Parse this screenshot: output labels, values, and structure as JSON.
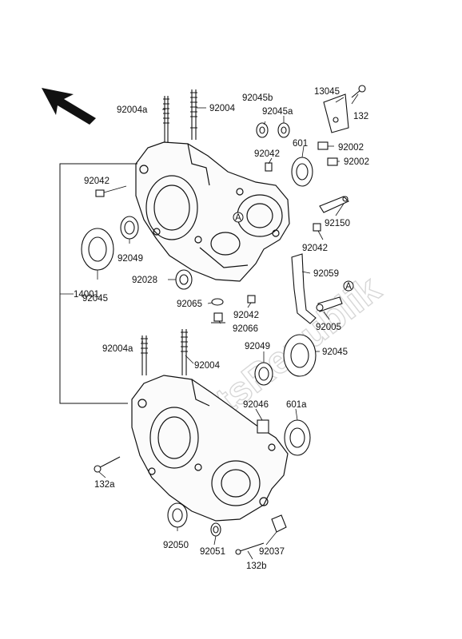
{
  "watermark": "PartsRepublik",
  "labels": {
    "l92004a_top": "92004a",
    "l92004_top": "92004",
    "l92045b": "92045b",
    "l92045a": "92045a",
    "l13045": "13045",
    "l132": "132",
    "l92042_a": "92042",
    "l601": "601",
    "l92002_a": "92002",
    "l92002_b": "92002",
    "l92042_b": "92042",
    "l92150": "92150",
    "l92049_top": "92049",
    "l92045_left": "92045",
    "l92042_c": "92042",
    "l92028": "92028",
    "l92059": "92059",
    "l92065": "92065",
    "l92042_d": "92042",
    "l92066": "92066",
    "l92005": "92005",
    "l14001": "14001",
    "l92004a_bot": "92004a",
    "l92004_bot": "92004",
    "l92049_bot": "92049",
    "l92045_right": "92045",
    "l92046": "92046",
    "l601a": "601a",
    "l132a": "132a",
    "l92050": "92050",
    "l92051": "92051",
    "l92037": "92037",
    "l132b": "132b",
    "markA1": "A",
    "markA2": "A"
  }
}
